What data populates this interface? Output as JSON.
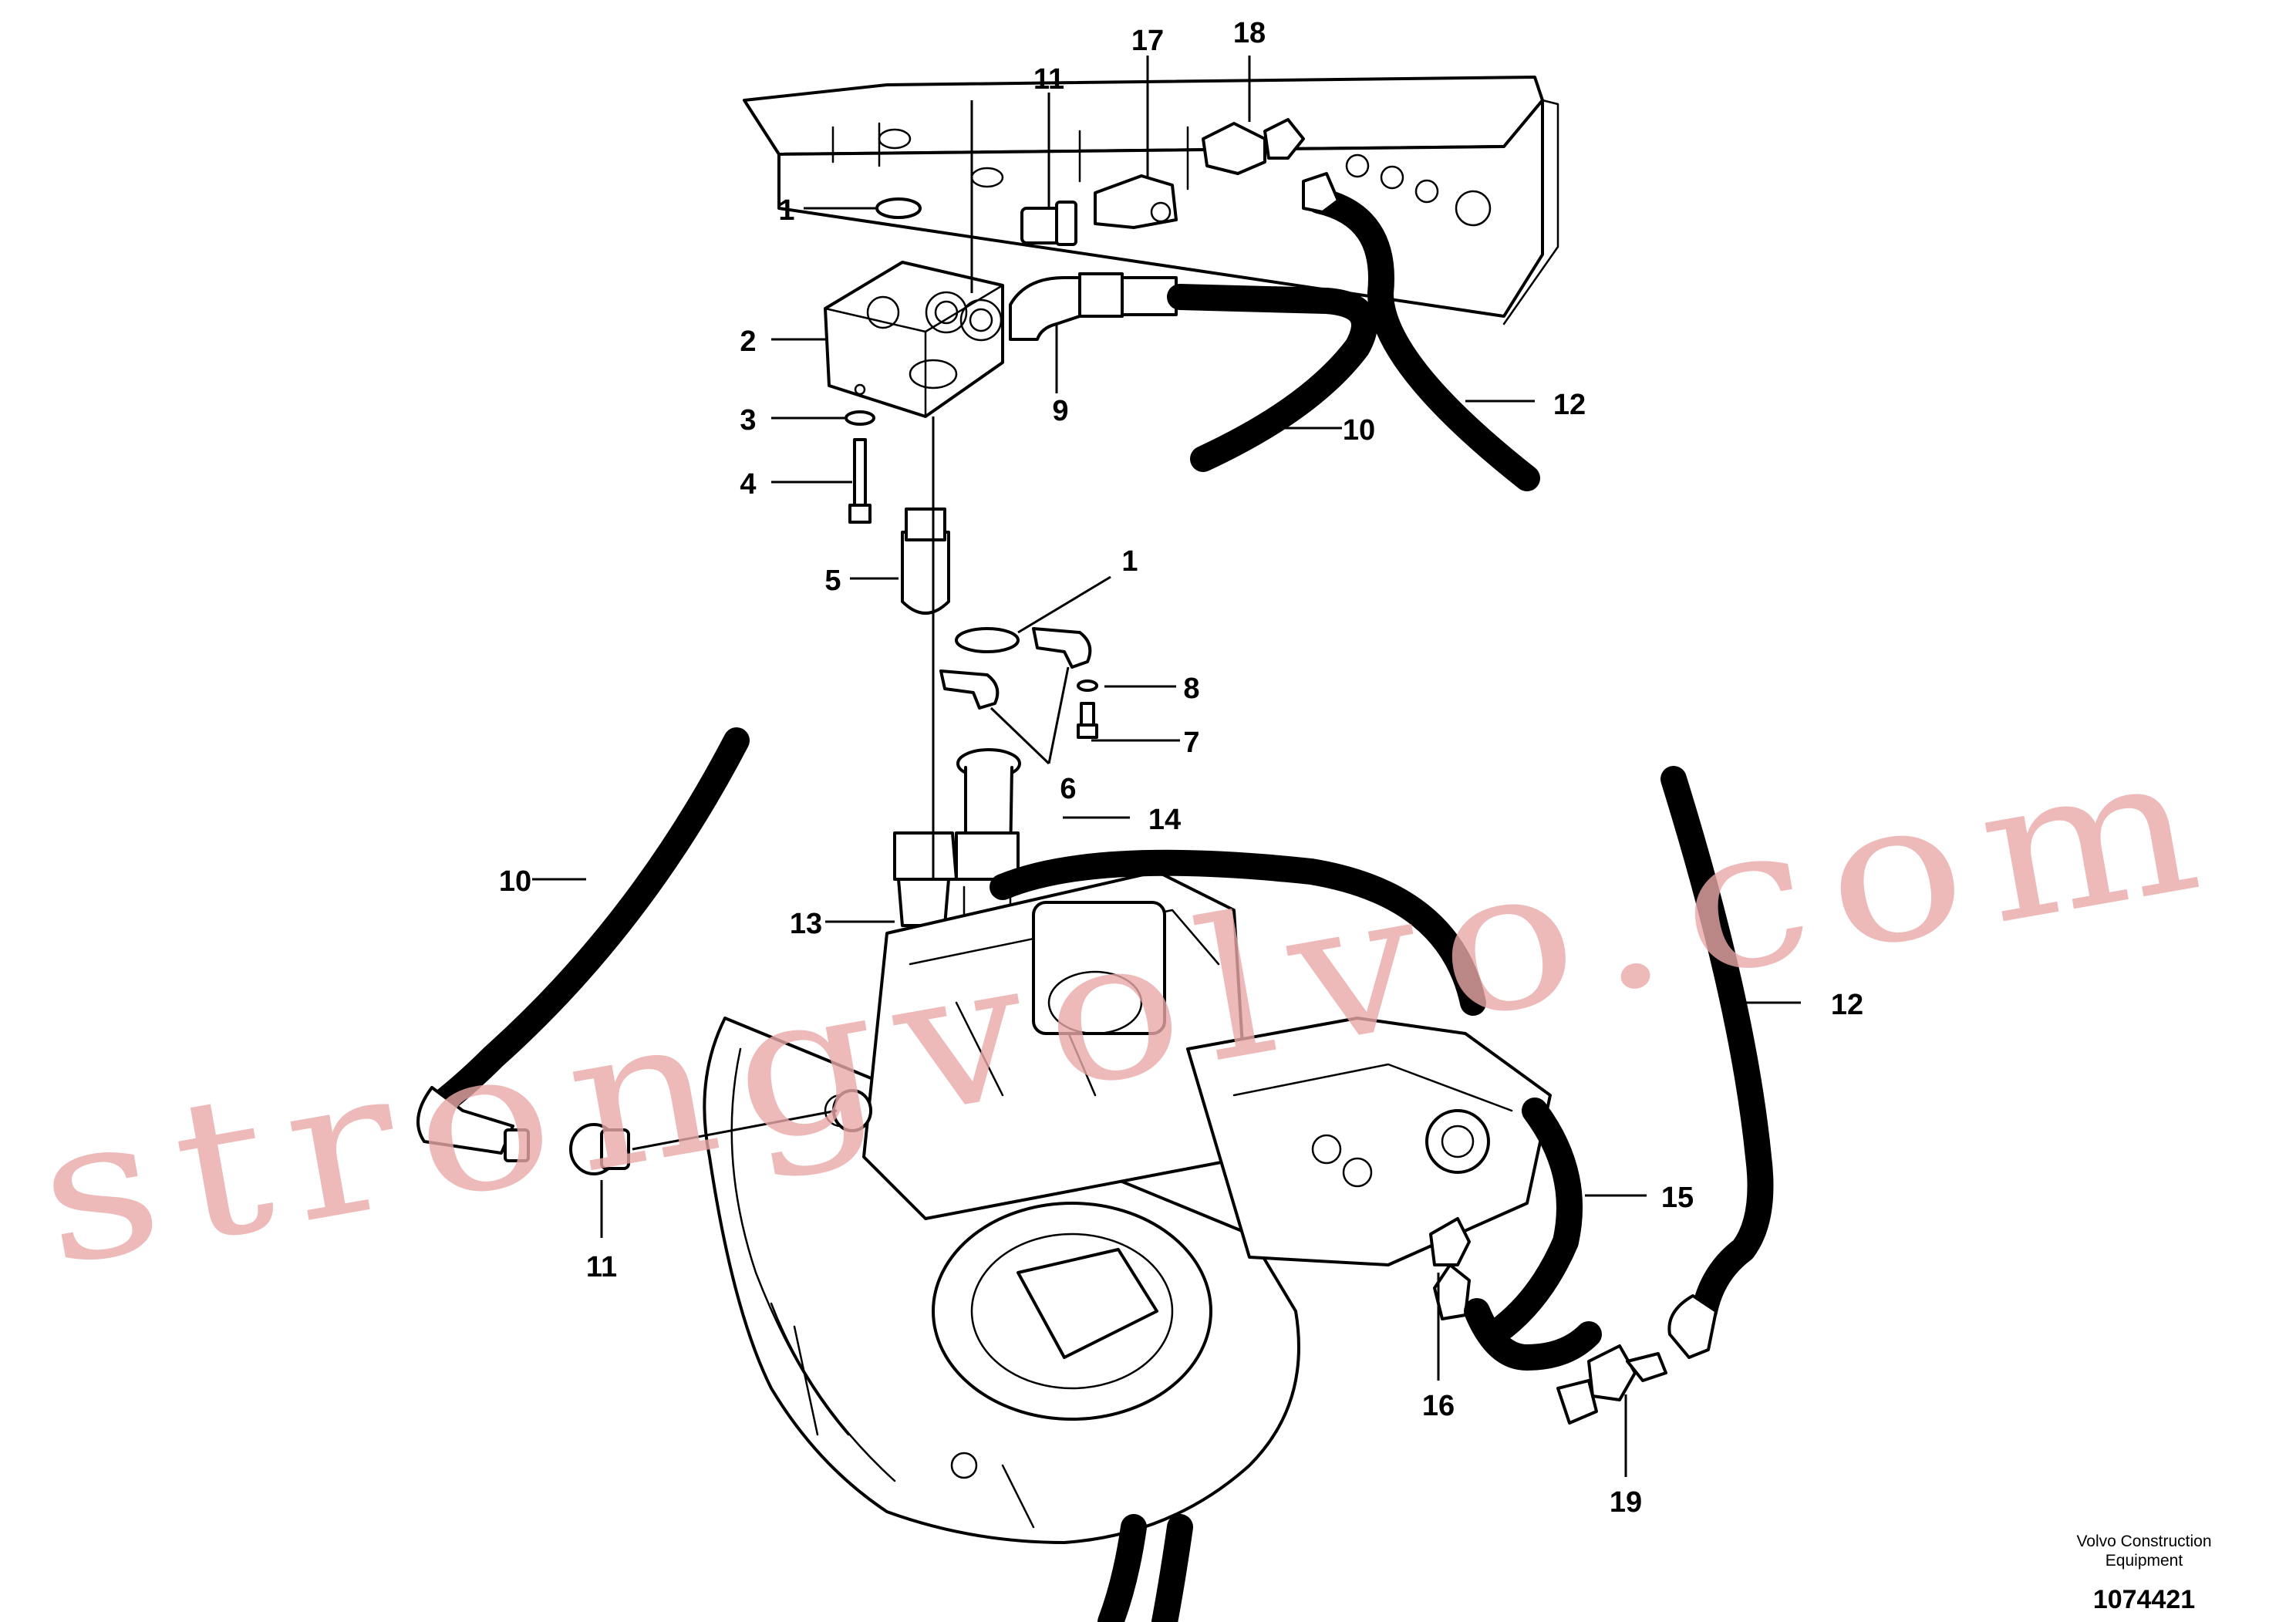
{
  "diagram": {
    "callouts": {
      "c1a": "1",
      "c1b": "1",
      "c2": "2",
      "c3": "3",
      "c4": "4",
      "c5": "5",
      "c6": "6",
      "c7": "7",
      "c8": "8",
      "c9": "9",
      "c10a": "10",
      "c10b": "10",
      "c11a": "11",
      "c11b": "11",
      "c12a": "12",
      "c12b": "12",
      "c13": "13",
      "c14": "14",
      "c15": "15",
      "c16": "16",
      "c17": "17",
      "c18": "18",
      "c19": "19"
    },
    "credit_line1": "Volvo Construction",
    "credit_line2": "Equipment",
    "document_number": "1074421",
    "watermark": "strongvolvo.com",
    "watermark_color": "#e8a7a7"
  }
}
